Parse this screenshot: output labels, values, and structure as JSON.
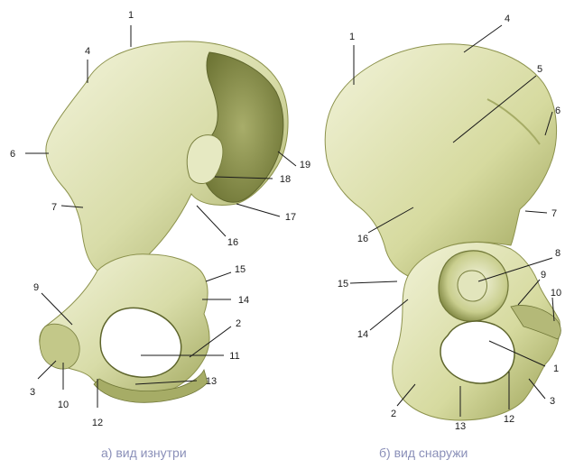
{
  "colors": {
    "bone_light": "#eef0d2",
    "bone_mid": "#cfd49a",
    "bone_dark": "#9ea45a",
    "bone_shadow": "#6f7636",
    "caption": "#8a8fb8",
    "label": "#1a1a1a"
  },
  "left_view": {
    "caption": "а) вид изнутри",
    "labels": [
      "1",
      "4",
      "6",
      "7",
      "9",
      "3",
      "10",
      "12",
      "13",
      "11",
      "2",
      "14",
      "15",
      "16",
      "17",
      "18",
      "19"
    ]
  },
  "right_view": {
    "caption": "б) вид снаружи",
    "labels": [
      "1",
      "4",
      "5",
      "6",
      "7",
      "8",
      "9",
      "10",
      "1",
      "3",
      "12",
      "13",
      "2",
      "14",
      "15",
      "16"
    ]
  }
}
